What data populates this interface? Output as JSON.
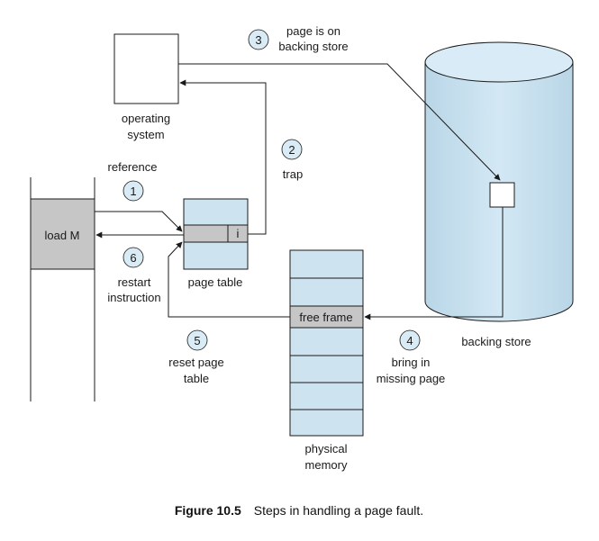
{
  "labels": {
    "os": [
      "operating",
      "system"
    ],
    "reference": "reference",
    "load_m": "load M",
    "page_table": "page table",
    "invalid_bit": "i",
    "trap": "trap",
    "page_on_backing": [
      "page is on",
      "backing store"
    ],
    "backing_store": "backing store",
    "free_frame": "free frame",
    "physical_memory": [
      "physical",
      "memory"
    ],
    "bring_in": [
      "bring in",
      "missing page"
    ],
    "reset_page_table": [
      "reset page",
      "table"
    ],
    "restart_instruction": [
      "restart",
      "instruction"
    ]
  },
  "steps": [
    "1",
    "2",
    "3",
    "4",
    "5",
    "6"
  ],
  "caption": {
    "label": "Figure 10.5",
    "text": "Steps in handling a page fault."
  },
  "colors": {
    "light_blue": "#cde3ef",
    "gray": "#c6c6c6",
    "circle_fill": "#d9ebf5",
    "cylinder_side": "#bcd9e9",
    "cylinder_top": "#d8ebf6"
  }
}
